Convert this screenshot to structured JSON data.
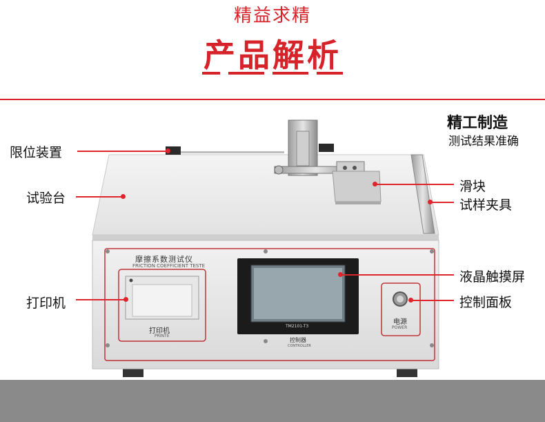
{
  "header": {
    "subtitle": "精益求精",
    "title": "产品解析"
  },
  "feature": {
    "heading": "精工制造",
    "subheading": "测试结果准确"
  },
  "callouts": {
    "limit_device": "限位装置",
    "test_table": "试验台",
    "printer": "打印机",
    "slider": "滑块",
    "sample_clamp": "试样夹具",
    "lcd_screen": "液晶触摸屏",
    "control_panel": "控制面板"
  },
  "machine": {
    "name_cn": "摩擦系数测试仪",
    "name_en": "FRICTION COEFFICIENT TESTE",
    "printer_label_cn": "打印机",
    "printer_label_en": "PRINTE",
    "screen_model": "TM2101-T3",
    "controller_cn": "控制器",
    "controller_en": "CONTROLLER",
    "power_cn": "电源",
    "power_en": "POWER"
  },
  "colors": {
    "accent": "#d6232a",
    "bottom_bar": "#8a8a8a"
  }
}
